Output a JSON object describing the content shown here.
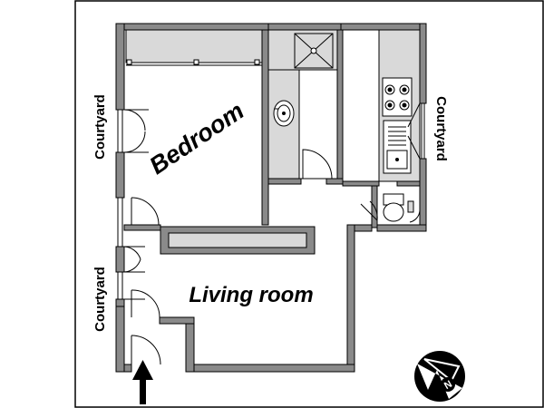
{
  "rooms": {
    "bedroom": "Bedroom",
    "living_room": "Living room"
  },
  "outside": {
    "courtyard_left_upper": "Courtyard",
    "courtyard_left_lower": "Courtyard",
    "courtyard_right": "Courtyard"
  },
  "compass": {
    "north_letter": "N"
  },
  "colors": {
    "wall": "#8a8a8a",
    "wall_outline": "#000000",
    "fixture": "#d9d9d9",
    "background": "#ffffff"
  }
}
